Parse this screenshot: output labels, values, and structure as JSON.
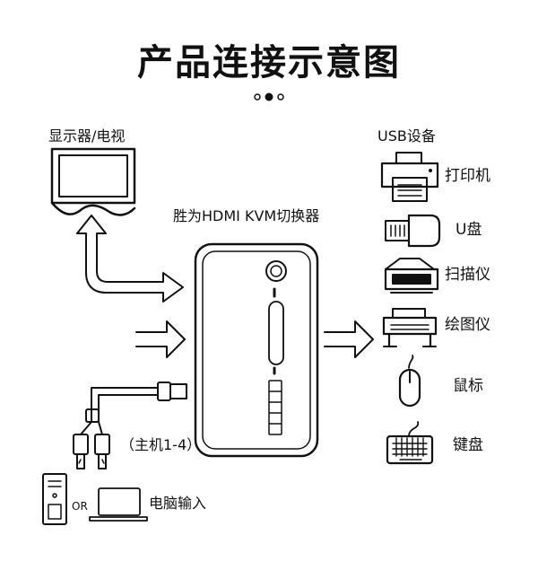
{
  "title": "产品连接示意图",
  "labels": {
    "monitor": "显示器/电视",
    "usb_devices": "USB设备",
    "switch": "胜为HDMI KVM切换器",
    "hosts": "（主机1-4）",
    "or": "OR",
    "pc_input": "电脑输入"
  },
  "devices": [
    {
      "label": "打印机",
      "icon": "printer-icon"
    },
    {
      "label": "U盘",
      "icon": "usb-drive-icon"
    },
    {
      "label": "扫描仪",
      "icon": "scanner-icon"
    },
    {
      "label": "绘图仪",
      "icon": "plotter-icon"
    },
    {
      "label": "鼠标",
      "icon": "mouse-icon"
    },
    {
      "label": "键盘",
      "icon": "keyboard-icon"
    }
  ],
  "colors": {
    "line": "#111111",
    "background": "#ffffff"
  }
}
